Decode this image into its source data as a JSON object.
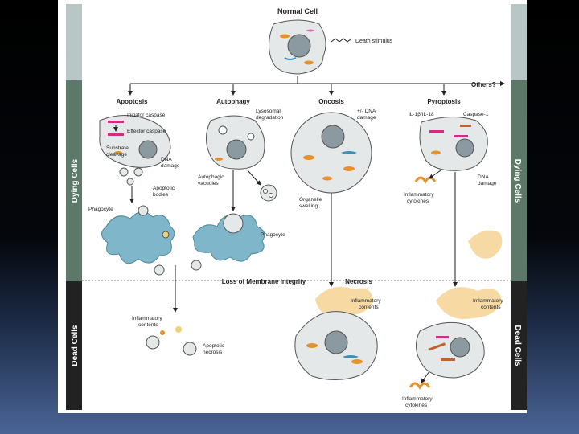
{
  "diagram": {
    "top_label": "Normal Cell",
    "stimulus": "Death stimulus",
    "others": "Others?",
    "side_dying": "Dying Cells",
    "side_dead": "Dead Cells",
    "sections": {
      "apoptosis": {
        "title": "Apoptosis",
        "initiator": "Initiator caspase",
        "effector": "Effector caspase",
        "substrate_1": "Substrate",
        "substrate_2": "cleavage",
        "dna_1": "DNA",
        "dna_2": "damage",
        "bodies_1": "Apoptotic",
        "bodies_2": "bodies",
        "phagocyte": "Phagocyte"
      },
      "autophagy": {
        "title": "Autophagy",
        "lyso_1": "Lysosomal",
        "lyso_2": "degradation",
        "vac_1": "Autophagic",
        "vac_2": "vacuoles",
        "phagocyte": "Phagocyte"
      },
      "oncosis": {
        "title": "Oncosis",
        "dna_1": "+/- DNA",
        "dna_2": "damage",
        "swell_1": "Organelle",
        "swell_2": "swelling"
      },
      "pyroptosis": {
        "title": "Pyroptosis",
        "il": "IL-1β/IL-18",
        "caspase": "Caspase-1",
        "dna_1": "DNA",
        "dna_2": "damage",
        "cyto_1": "Inflammatory",
        "cyto_2": "cytokines"
      }
    },
    "membrane": "Loss of Membrane Integrity",
    "necrosis": "Necrosis",
    "bottom": {
      "infl_1": "Inflammatory",
      "infl_2": "contents",
      "apop_nec_1": "Apoptotic",
      "apop_nec_2": "necrosis",
      "nec_contents_1": "Inflammatory",
      "nec_contents_2": "contents",
      "pyro_contents_1": "Inflammatory",
      "pyro_contents_2": "contents",
      "cyto_1": "Inflammatory",
      "cyto_2": "cytokines"
    }
  }
}
